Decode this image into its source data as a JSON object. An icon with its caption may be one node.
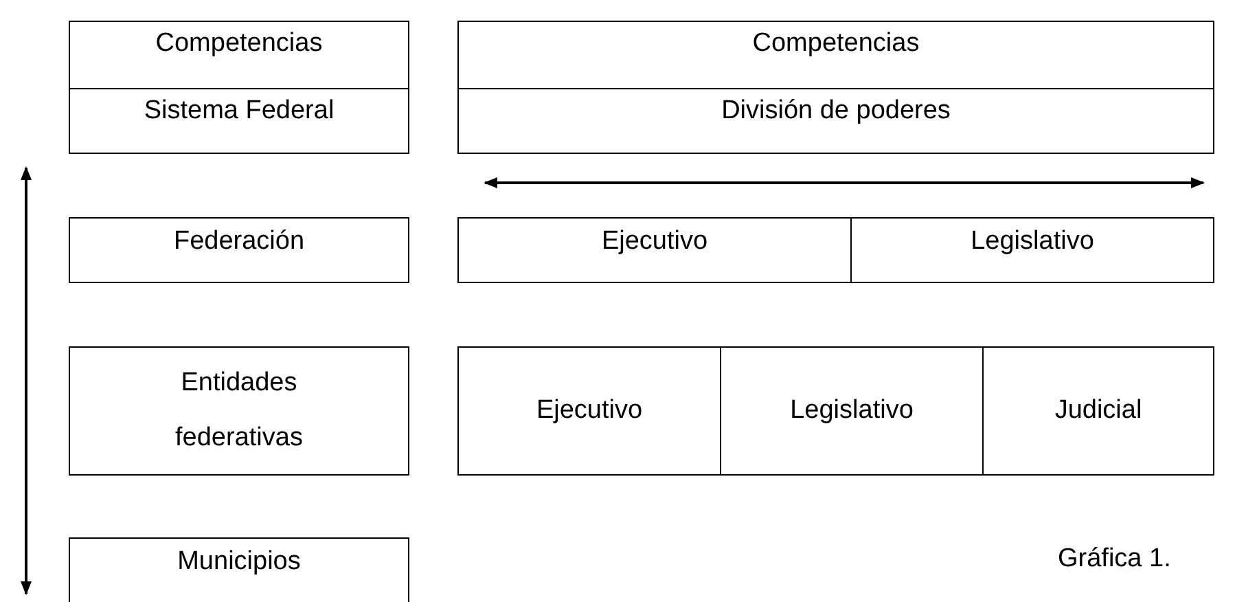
{
  "diagram": {
    "nodes": [
      {
        "text": [
          "Competencias"
        ]
      },
      {
        "text": [
          "Sistema Federal"
        ]
      },
      {
        "text": [
          "Competencias"
        ]
      },
      {
        "text": [
          "División de poderes"
        ]
      },
      {
        "text": [
          "Federación"
        ]
      },
      {
        "text": [
          "Ejecutivo"
        ]
      },
      {
        "text": [
          "Legislativo"
        ]
      },
      {
        "text": [
          "Entidades federativas"
        ]
      },
      {
        "text": [
          "Ejecutivo"
        ]
      },
      {
        "text": [
          "Legislativo"
        ]
      },
      {
        "text": [
          "Judicial"
        ]
      },
      {
        "text": [
          "Municipios"
        ]
      }
    ],
    "labels": [
      "Gráfica 1."
    ]
  }
}
